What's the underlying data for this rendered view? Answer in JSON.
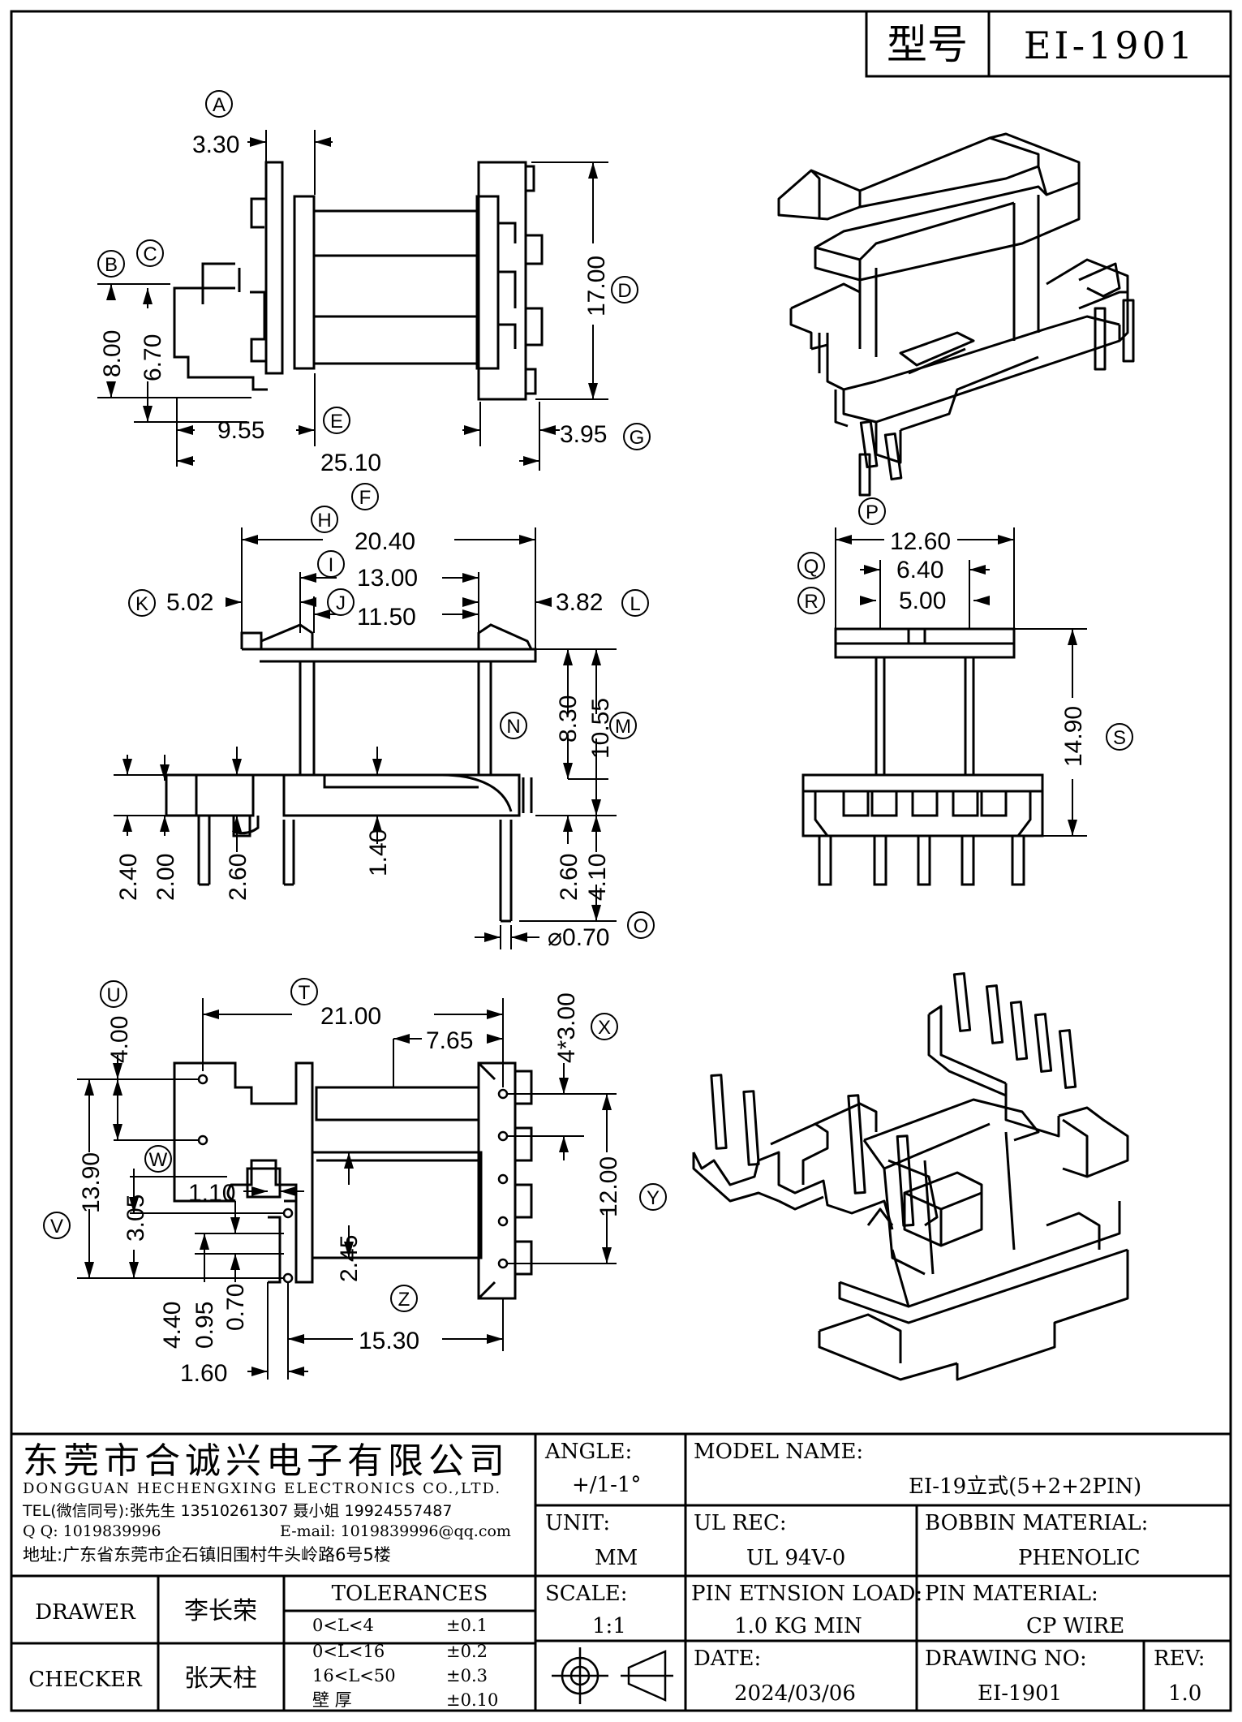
{
  "header": {
    "label": "型号",
    "model": "EI-1901"
  },
  "dimensions": [
    {
      "id": "A",
      "value": "3.30"
    },
    {
      "id": "B",
      "value": "8.00"
    },
    {
      "id": "C",
      "value": "6.70"
    },
    {
      "id": "D",
      "value": "17.00"
    },
    {
      "id": "E",
      "value": "9.55"
    },
    {
      "id": "F",
      "value": "25.10"
    },
    {
      "id": "G",
      "value": "3.95"
    },
    {
      "id": "H",
      "value": "20.40"
    },
    {
      "id": "I",
      "value": "13.00"
    },
    {
      "id": "J",
      "value": "11.50"
    },
    {
      "id": "K",
      "value": "5.02"
    },
    {
      "id": "L",
      "value": "3.82"
    },
    {
      "id": "M",
      "value": "10.55"
    },
    {
      "id": "N",
      "value": "8.30"
    },
    {
      "id": "O",
      "value": "⌀0.70"
    },
    {
      "id": "P",
      "value": "12.60"
    },
    {
      "id": "Q",
      "value": "6.40"
    },
    {
      "id": "R",
      "value": "5.00"
    },
    {
      "id": "S",
      "value": "14.90"
    },
    {
      "id": "T",
      "value": "21.00"
    },
    {
      "id": "U",
      "value": "4.00"
    },
    {
      "id": "V",
      "value": "13.90"
    },
    {
      "id": "W",
      "value": "1.10"
    },
    {
      "id": "X",
      "value": "4*3.00"
    },
    {
      "id": "Y",
      "value": "12.00"
    },
    {
      "id": "Z",
      "value": "15.30"
    }
  ],
  "extra_dims": {
    "d240": "2.40",
    "d200": "2.00",
    "d260a": "2.60",
    "d140": "1.40",
    "d260b": "2.60",
    "d410": "4.10",
    "d765": "7.65",
    "d305": "3.05",
    "d245": "2.45",
    "d440": "4.40",
    "d095": "0.95",
    "d070": "0.70",
    "d160": "1.60"
  },
  "company": {
    "name_cn": "东莞市合诚兴电子有限公司",
    "name_en": "DONGGUAN HECHENGXING ELECTRONICS CO.,LTD.",
    "tel": "TEL(微信同号):张先生 13510261307 聂小姐 19924557487",
    "qq": "Q Q: 1019839996",
    "email": "E-mail: 1019839996@qq.com",
    "address": "地址:广东省东莞市企石镇旧围村牛头岭路6号5楼"
  },
  "title_block": {
    "angle_label": "ANGLE:",
    "angle_value": "+/1-1°",
    "model_label": "MODEL NAME:",
    "model_value": "EI-19立式(5+2+2PIN)",
    "unit_label": "UNIT:",
    "unit_value": "MM",
    "ul_label": "UL REC:",
    "ul_value": "UL 94V-0",
    "bobbin_label": "BOBBIN MATERIAL:",
    "bobbin_value": "PHENOLIC",
    "scale_label": "SCALE:",
    "scale_value": "1:1",
    "pin_load_label": "PIN ETNSION LOAD:",
    "pin_load_value": "1.0 KG MIN",
    "pin_mat_label": "PIN MATERIAL:",
    "pin_mat_value": "CP WIRE",
    "date_label": "DATE:",
    "date_value": "2024/03/06",
    "drawing_label": "DRAWING NO:",
    "drawing_value": "EI-1901",
    "rev_label": "REV:",
    "rev_value": "1.0",
    "drawer_label": "DRAWER",
    "drawer_value": "李长荣",
    "checker_label": "CHECKER",
    "checker_value": "张天柱",
    "tolerances_label": "TOLERANCES",
    "tolerances": [
      {
        "range": "0<L<4",
        "value": "±0.1"
      },
      {
        "range": "0<L<16",
        "value": "±0.2"
      },
      {
        "range": "16<L<50",
        "value": "±0.3"
      },
      {
        "range": "壁   厚",
        "value": "±0.10"
      }
    ]
  }
}
